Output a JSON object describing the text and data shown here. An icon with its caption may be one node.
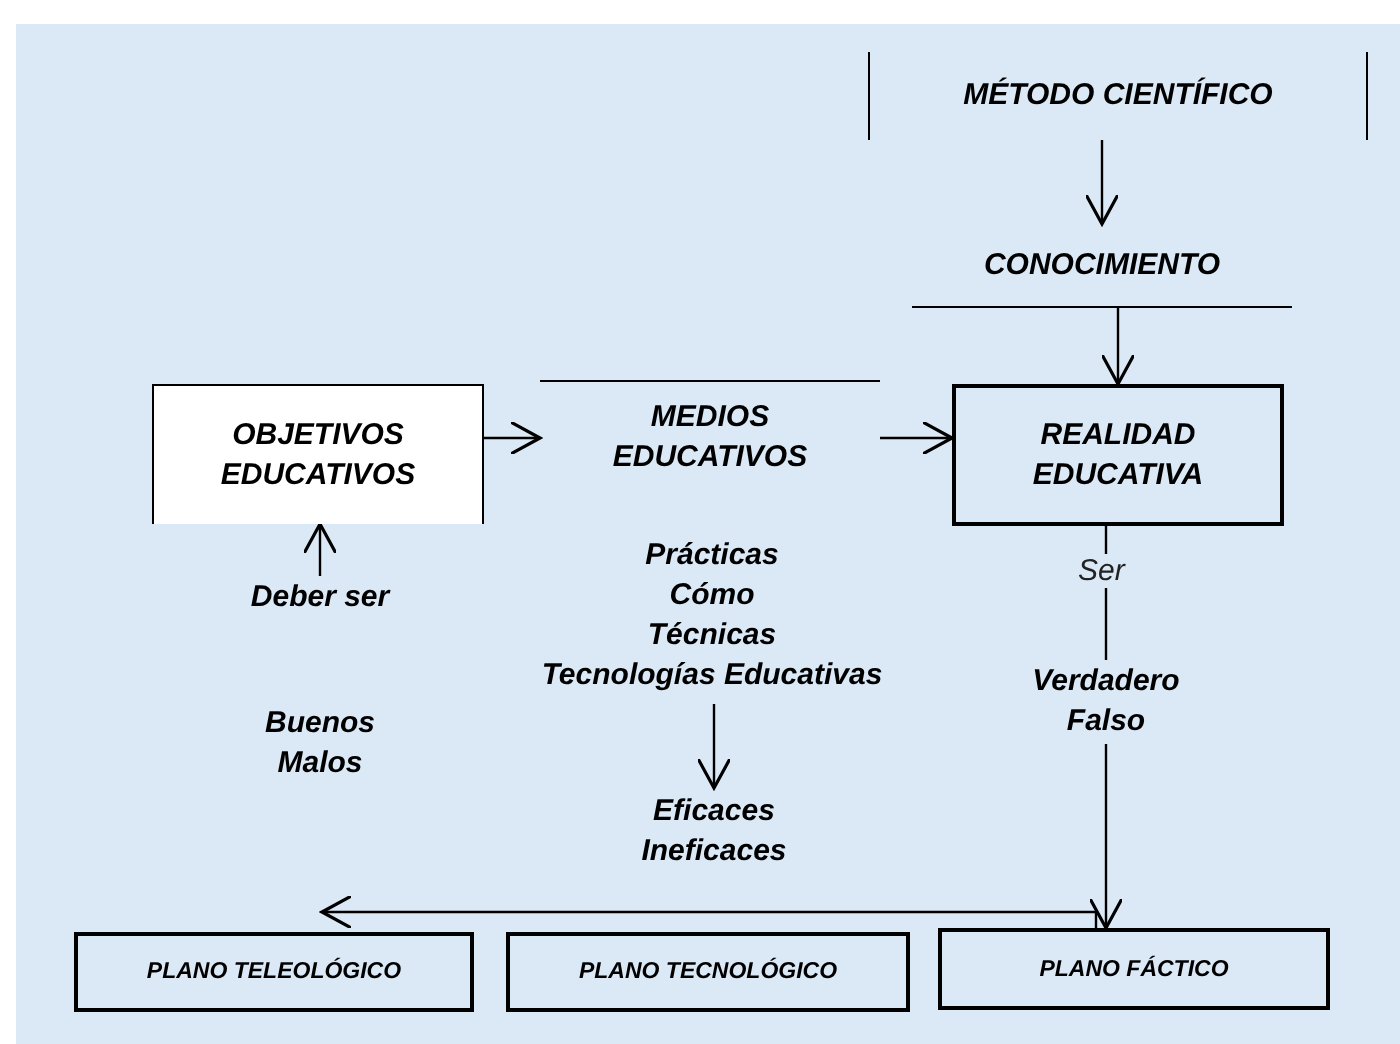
{
  "diagram": {
    "nodes": [
      {
        "text": [
          "MÉTODO CIENTÍFICO"
        ]
      },
      {
        "text": [
          "CONOCIMIENTO"
        ]
      },
      {
        "text": [
          "OBJETIVOS EDUCATIVOS"
        ]
      },
      {
        "text": [
          "MEDIOS EDUCATIVOS"
        ]
      },
      {
        "text": [
          "REALIDAD EDUCATIVA"
        ]
      },
      {
        "text": [
          "Deber ser"
        ]
      },
      {
        "text": [
          "Prácticas",
          "Cómo",
          "Técnicas",
          "Tecnologías Educativas"
        ]
      },
      {
        "text": [
          "Eficaces",
          "Ineficaces"
        ]
      },
      {
        "text": [
          "Verdadero",
          "Falso"
        ]
      },
      {
        "text": [
          "PLANO TELEOLÓGICO"
        ]
      },
      {
        "text": [
          "PLANO TECNOLÓGICO"
        ]
      },
      {
        "text": [
          "PLANO FÁCTICO"
        ]
      }
    ],
    "edges": [
      {
        "from": 0,
        "to": 1,
        "arrow": "to"
      },
      {
        "from": 1,
        "to": 4,
        "arrow": "to"
      },
      {
        "from": 2,
        "to": 3,
        "arrow": "to"
      },
      {
        "from": 3,
        "to": 4,
        "arrow": "to"
      },
      {
        "from": 5,
        "to": 2,
        "arrow": "to"
      },
      {
        "from": 6,
        "to": 7,
        "arrow": "to"
      },
      {
        "from": 4,
        "to": 8,
        "arrow": "none",
        "label": "Ser"
      },
      {
        "from": 8,
        "to": 11,
        "arrow": "to"
      },
      {
        "from": 11,
        "to": 9,
        "arrow": "to"
      }
    ],
    "labels": [
      "Buenos",
      "Malos"
    ]
  }
}
